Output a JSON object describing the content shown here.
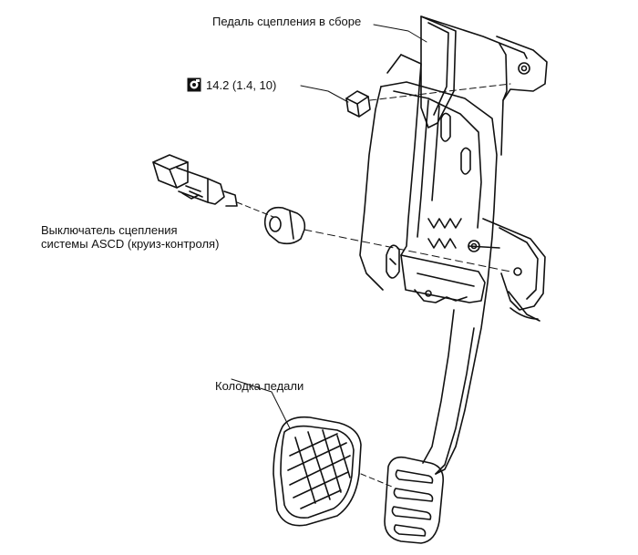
{
  "labels": {
    "pedal_assembly": "Педаль сцепления в сборе",
    "torque": "14.2 (1.4, 10)",
    "switch_line1": "Выключатель сцепления",
    "switch_line2": "системы ASCD (круиз-контроля)",
    "pedal_pad": "Колодка педали"
  },
  "icons": {
    "torque": "torque-wrench-icon"
  },
  "colors": {
    "ink": "#111111",
    "background": "#ffffff"
  }
}
